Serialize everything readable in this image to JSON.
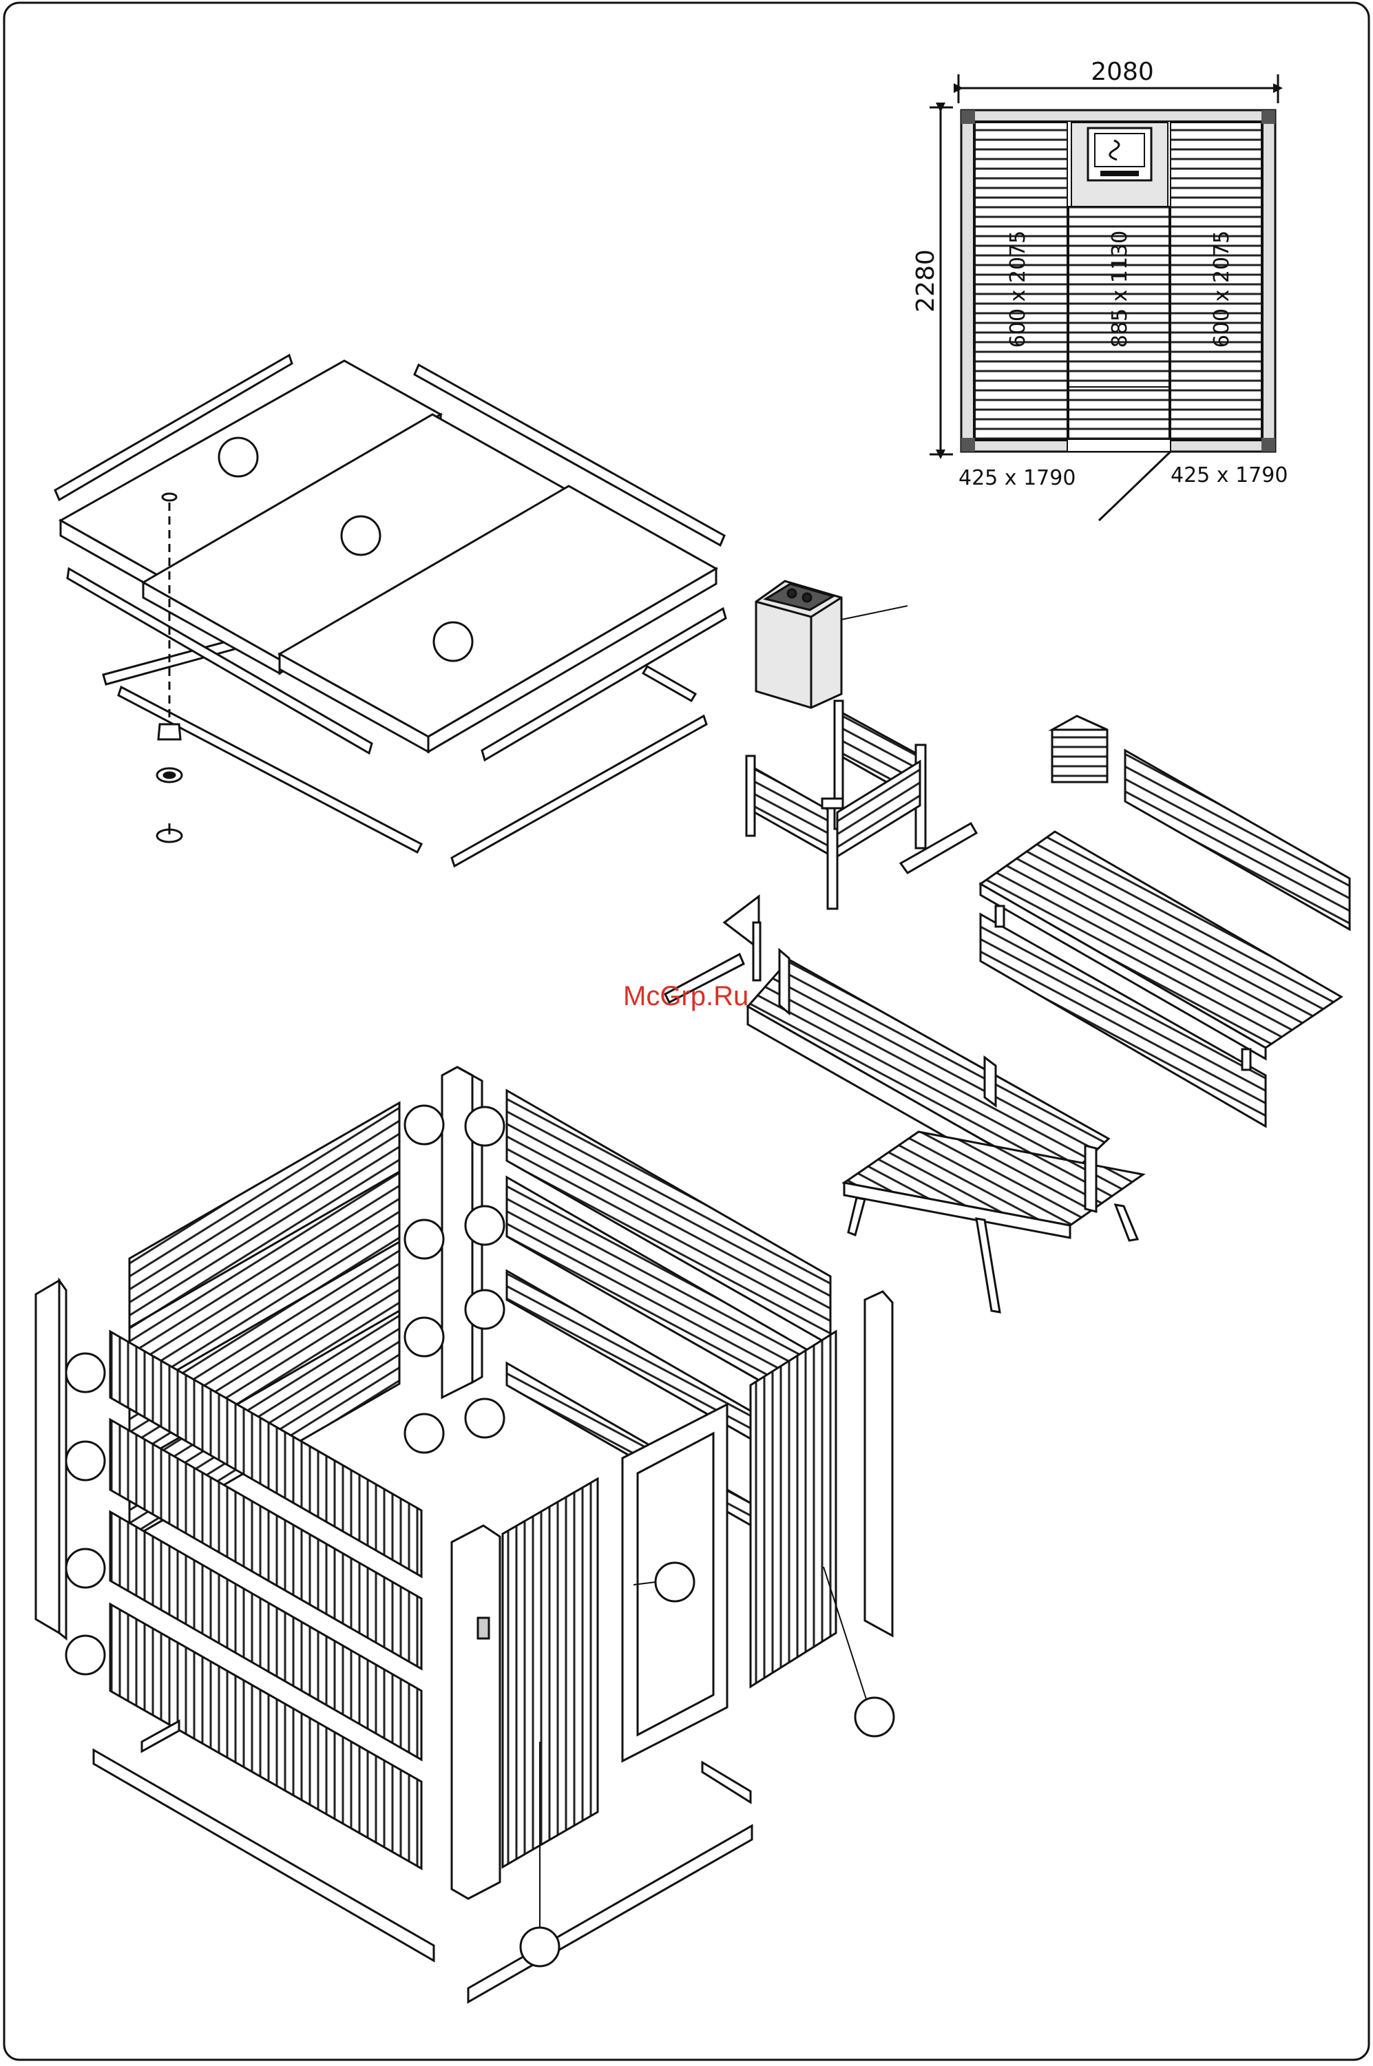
{
  "floor_plan": {
    "width_label": "2080",
    "depth_label": "2280",
    "bench_left": "600 x 2075",
    "bench_mid": "885 x 1130",
    "bench_right": "600 x 2075",
    "door_left": "425 x 1790",
    "door_right": "425 x 1790"
  },
  "watermark": "McGrp.Ru",
  "colors": {
    "line": "#111111",
    "fill": "#ffffff",
    "panel": "#e6e6e6",
    "watermark": "#d93025"
  }
}
